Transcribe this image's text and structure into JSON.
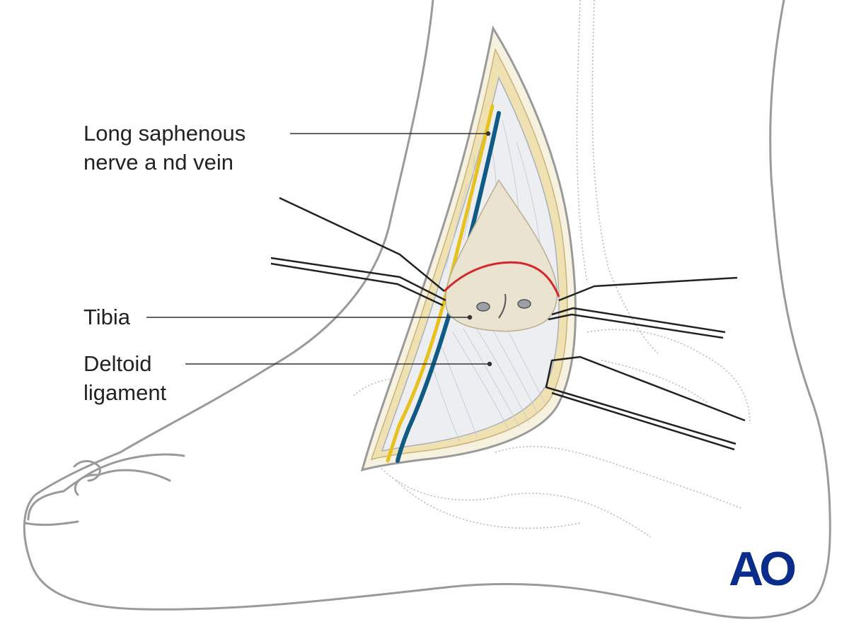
{
  "labels": {
    "saphenous": {
      "line1": "Long saphenous",
      "line2": "nerve a nd vein"
    },
    "tibia": "Tibia",
    "deltoid": {
      "line1": "Deltoid",
      "line2": "ligament"
    }
  },
  "logo": {
    "text": "AO",
    "color": "#0a2d8c"
  },
  "colors": {
    "outline": "#9a9a9a",
    "skin": "#ffffff",
    "fat": "#efe1b2",
    "bone": "#e9e3cf",
    "ligament": "#eceef2",
    "osteotomy_line": "#d6262b",
    "vein": "#0f5b86",
    "nerve": "#e8c21c",
    "leader_line": "#333333",
    "retractor": "#222222"
  }
}
